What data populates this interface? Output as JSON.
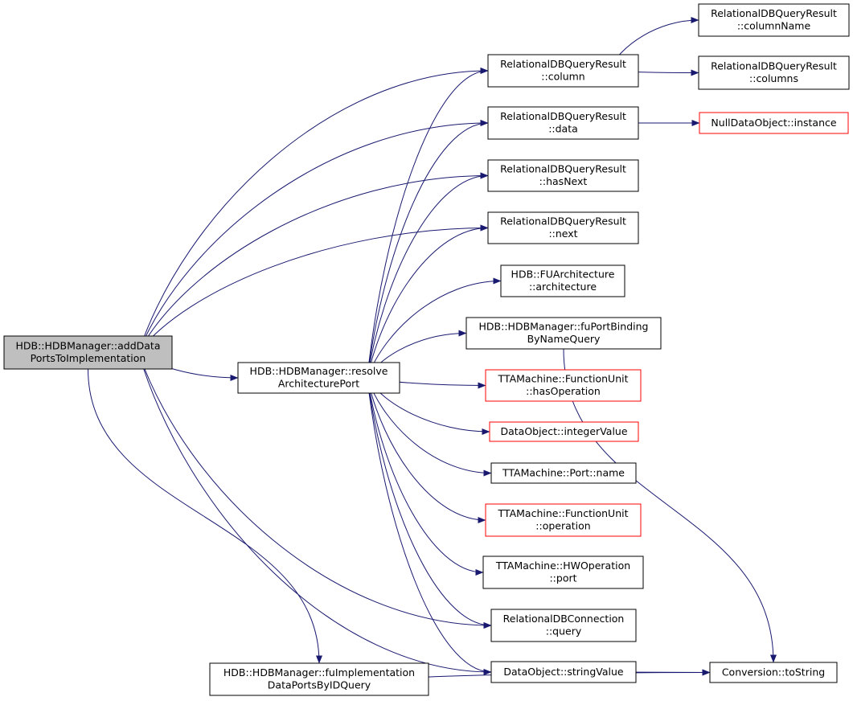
{
  "colors": {
    "edge": "#191970",
    "root_fill": "#bfbfbf",
    "node_border": "#000000",
    "truncated_border": "#ff0000",
    "node_fill": "#ffffff",
    "text": "#000000"
  },
  "nodes": [
    {
      "id": "root",
      "lines": [
        "HDB::HDBManager::addData",
        "PortsToImplementation"
      ],
      "style": "root"
    },
    {
      "id": "resolve",
      "lines": [
        "HDB::HDBManager::resolve",
        "ArchitecturePort"
      ],
      "style": "normal"
    },
    {
      "id": "fuImpl",
      "lines": [
        "HDB::HDBManager::fuImplementation",
        "DataPortsByIDQuery"
      ],
      "style": "normal"
    },
    {
      "id": "rdbColumn",
      "lines": [
        "RelationalDBQueryResult",
        "::column"
      ],
      "style": "normal"
    },
    {
      "id": "rdbData",
      "lines": [
        "RelationalDBQueryResult",
        "::data"
      ],
      "style": "normal"
    },
    {
      "id": "rdbHasNext",
      "lines": [
        "RelationalDBQueryResult",
        "::hasNext"
      ],
      "style": "normal"
    },
    {
      "id": "rdbNext",
      "lines": [
        "RelationalDBQueryResult",
        "::next"
      ],
      "style": "normal"
    },
    {
      "id": "fuArch",
      "lines": [
        "HDB::FUArchitecture",
        "::architecture"
      ],
      "style": "normal"
    },
    {
      "id": "fuPortBinding",
      "lines": [
        "HDB::HDBManager::fuPortBinding",
        "ByNameQuery"
      ],
      "style": "normal"
    },
    {
      "id": "fuHasOp",
      "lines": [
        "TTAMachine::FunctionUnit",
        "::hasOperation"
      ],
      "style": "truncated"
    },
    {
      "id": "intValue",
      "lines": [
        "DataObject::integerValue"
      ],
      "style": "truncated"
    },
    {
      "id": "portName",
      "lines": [
        "TTAMachine::Port::name"
      ],
      "style": "normal"
    },
    {
      "id": "fuOperation",
      "lines": [
        "TTAMachine::FunctionUnit",
        "::operation"
      ],
      "style": "truncated"
    },
    {
      "id": "hwOpPort",
      "lines": [
        "TTAMachine::HWOperation",
        "::port"
      ],
      "style": "normal"
    },
    {
      "id": "rdbcQuery",
      "lines": [
        "RelationalDBConnection",
        "::query"
      ],
      "style": "normal"
    },
    {
      "id": "stringValue",
      "lines": [
        "DataObject::stringValue"
      ],
      "style": "normal"
    },
    {
      "id": "toString",
      "lines": [
        "Conversion::toString"
      ],
      "style": "normal"
    },
    {
      "id": "columnName",
      "lines": [
        "RelationalDBQueryResult",
        "::columnName"
      ],
      "style": "normal"
    },
    {
      "id": "columns",
      "lines": [
        "RelationalDBQueryResult",
        "::columns"
      ],
      "style": "normal"
    },
    {
      "id": "nullInstance",
      "lines": [
        "NullDataObject::instance"
      ],
      "style": "truncated"
    }
  ],
  "edges": [
    {
      "from": "root",
      "to": "rdbColumn"
    },
    {
      "from": "root",
      "to": "rdbData"
    },
    {
      "from": "root",
      "to": "rdbHasNext"
    },
    {
      "from": "root",
      "to": "rdbNext"
    },
    {
      "from": "root",
      "to": "resolve"
    },
    {
      "from": "root",
      "to": "fuImpl"
    },
    {
      "from": "root",
      "to": "rdbcQuery"
    },
    {
      "from": "root",
      "to": "stringValue"
    },
    {
      "from": "resolve",
      "to": "rdbColumn"
    },
    {
      "from": "resolve",
      "to": "rdbData"
    },
    {
      "from": "resolve",
      "to": "rdbHasNext"
    },
    {
      "from": "resolve",
      "to": "rdbNext"
    },
    {
      "from": "resolve",
      "to": "fuArch"
    },
    {
      "from": "resolve",
      "to": "fuPortBinding"
    },
    {
      "from": "resolve",
      "to": "fuHasOp"
    },
    {
      "from": "resolve",
      "to": "intValue"
    },
    {
      "from": "resolve",
      "to": "portName"
    },
    {
      "from": "resolve",
      "to": "fuOperation"
    },
    {
      "from": "resolve",
      "to": "hwOpPort"
    },
    {
      "from": "resolve",
      "to": "rdbcQuery"
    },
    {
      "from": "resolve",
      "to": "stringValue"
    },
    {
      "from": "fuImpl",
      "to": "toString"
    },
    {
      "from": "rdbColumn",
      "to": "columnName"
    },
    {
      "from": "rdbColumn",
      "to": "columns"
    },
    {
      "from": "rdbData",
      "to": "nullInstance"
    },
    {
      "from": "fuPortBinding",
      "to": "toString"
    },
    {
      "from": "stringValue",
      "to": "toString"
    }
  ]
}
